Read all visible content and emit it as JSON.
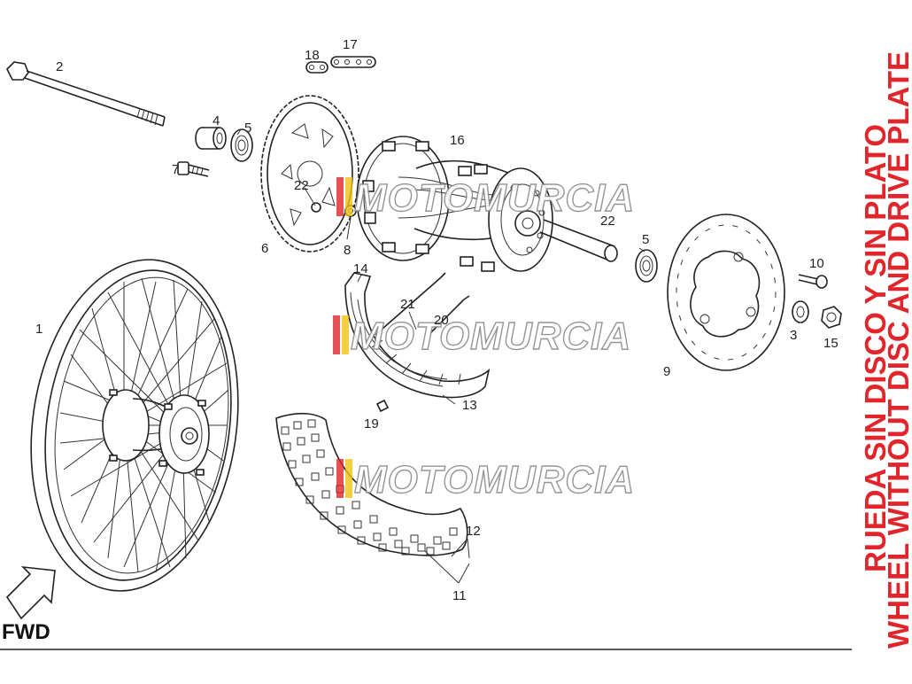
{
  "diagram": {
    "title_es": "RUEDA SIN DISCO Y SIN PLATO",
    "title_en": "WHEEL WITHOUT DISC AND DRIVE PLATE",
    "title_color": "#e0262b",
    "fwd_label": "FWD",
    "watermark": "MOTOMURCIA",
    "callouts": [
      {
        "id": "c1",
        "label": "1"
      },
      {
        "id": "c2",
        "label": "2"
      },
      {
        "id": "c3",
        "label": "3"
      },
      {
        "id": "c4",
        "label": "4"
      },
      {
        "id": "c5a",
        "label": "5"
      },
      {
        "id": "c5b",
        "label": "5"
      },
      {
        "id": "c6",
        "label": "6"
      },
      {
        "id": "c7",
        "label": "7"
      },
      {
        "id": "c8",
        "label": "8"
      },
      {
        "id": "c9",
        "label": "9"
      },
      {
        "id": "c10",
        "label": "10"
      },
      {
        "id": "c11",
        "label": "11"
      },
      {
        "id": "c12",
        "label": "12"
      },
      {
        "id": "c13",
        "label": "13"
      },
      {
        "id": "c14",
        "label": "14"
      },
      {
        "id": "c15",
        "label": "15"
      },
      {
        "id": "c16",
        "label": "16"
      },
      {
        "id": "c17",
        "label": "17"
      },
      {
        "id": "c18",
        "label": "18"
      },
      {
        "id": "c19",
        "label": "19"
      },
      {
        "id": "c20",
        "label": "20"
      },
      {
        "id": "c21",
        "label": "21"
      },
      {
        "id": "c22a",
        "label": "22"
      },
      {
        "id": "c22b",
        "label": "22"
      }
    ]
  }
}
